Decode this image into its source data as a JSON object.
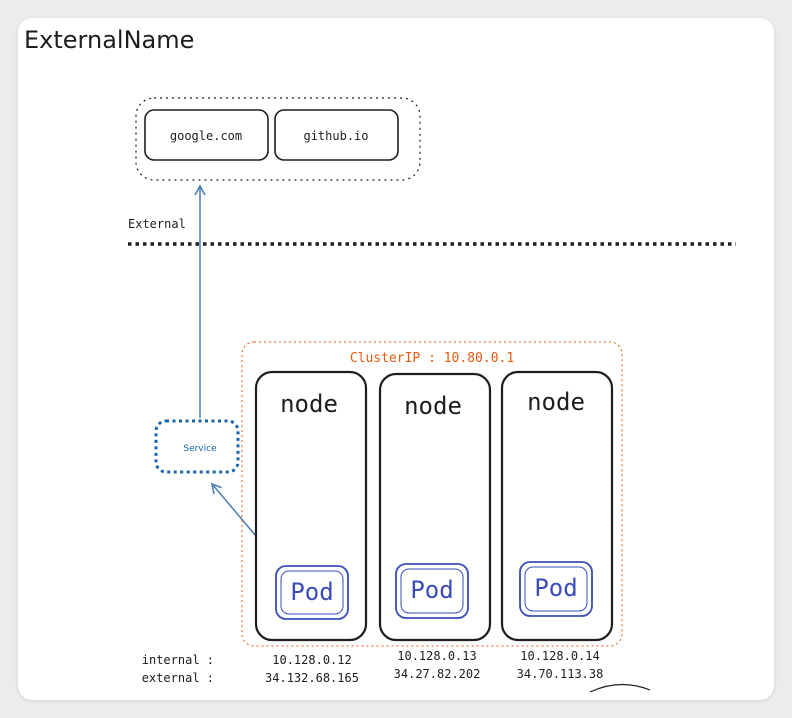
{
  "page_title": "ExternalName",
  "external_hosts": [
    "google.com",
    "github.io"
  ],
  "boundary_label": "External",
  "cluster_label": "ClusterIP : 10.80.0.1",
  "service_label": "Service",
  "nodes": [
    {
      "label": "node",
      "pod": "Pod",
      "internal_ip": "10.128.0.12",
      "external_ip": "34.132.68.165"
    },
    {
      "label": "node",
      "pod": "Pod",
      "internal_ip": "10.128.0.13",
      "external_ip": "34.27.82.202"
    },
    {
      "label": "node",
      "pod": "Pod",
      "internal_ip": "10.128.0.14",
      "external_ip": "34.70.113.38"
    }
  ],
  "ip_labels": {
    "internal": "internal :",
    "external": "external :"
  },
  "colors": {
    "ink": "#1e1e1e",
    "blue": "#1864ab",
    "arrow": "#4a7fb5",
    "pod": "#3b4cb8",
    "cluster": "#e8590c"
  }
}
